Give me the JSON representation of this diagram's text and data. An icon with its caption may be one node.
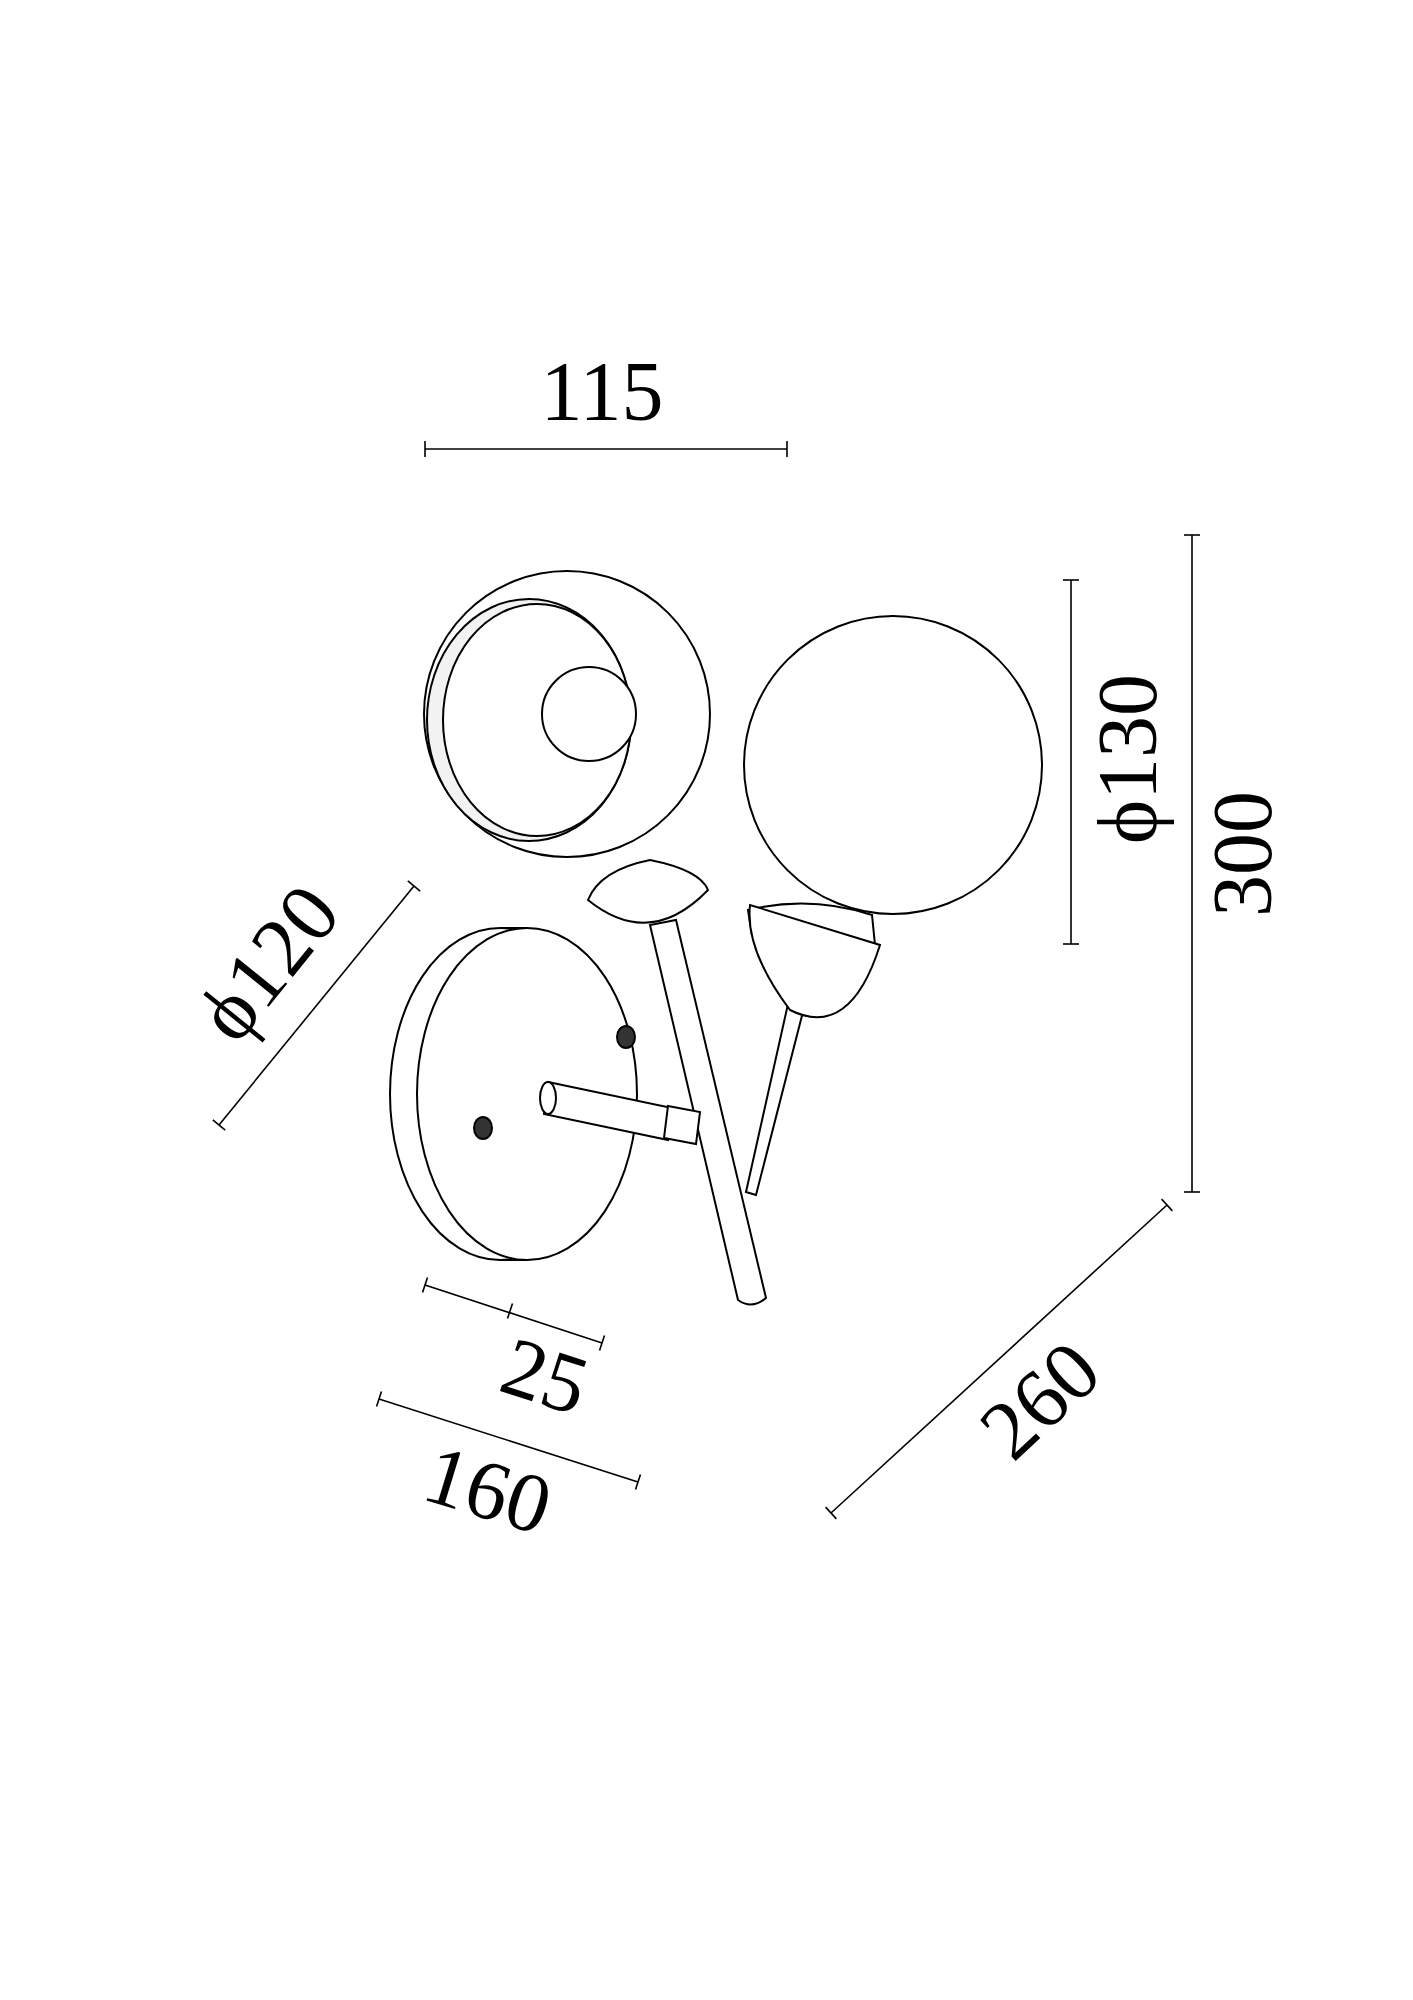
{
  "diagram": {
    "labels": [
      "115",
      "ϕ130",
      "300",
      "ϕ120",
      "25",
      "260",
      "160"
    ]
  }
}
